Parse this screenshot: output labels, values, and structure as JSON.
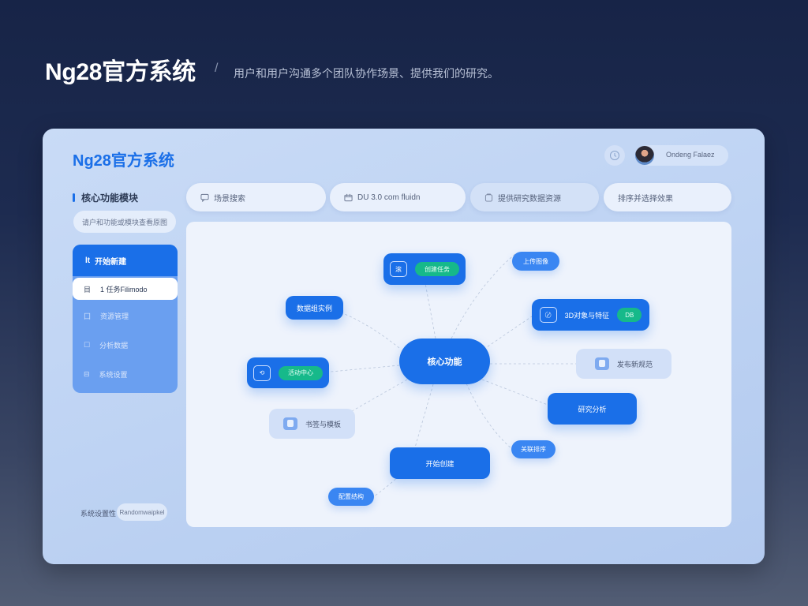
{
  "page": {
    "title": "Ng28官方系统",
    "separator": "/",
    "subtitle": "用户和用户沟通多个团队协作场景、提供我们的研究。"
  },
  "app": {
    "brand": "Ng28官方系统",
    "header": {
      "clock_icon": "clock-icon",
      "user_name": "Ondeng Falaez"
    },
    "sidebar": {
      "section_label": "核心功能模块",
      "search_placeholder": "请户和功能或模块查看原图",
      "menu_header": "开始新建",
      "items": [
        {
          "icon": "目",
          "label": "1 任务Filimodo",
          "active": true
        },
        {
          "icon": "囗",
          "label": "资源管理",
          "active": false
        },
        {
          "icon": "☐",
          "label": "分析数据",
          "active": false
        },
        {
          "icon": "⊟",
          "label": "系统设置",
          "active": false
        }
      ],
      "footer_label": "系统设置性",
      "footer_pill": "Randomwaipkel"
    },
    "tabs": [
      {
        "icon": "chat-icon",
        "label": "场景搜索"
      },
      {
        "icon": "calendar-icon",
        "label": "DU 3.0 com fluidn"
      },
      {
        "icon": "document-icon",
        "label": "提供研究数据资源"
      },
      {
        "icon": "none",
        "label": "排序并选择效果"
      }
    ],
    "mindmap": {
      "center": "核心功能",
      "nodes": [
        {
          "id": "top",
          "icon": "滚",
          "badge": "创建任务"
        },
        {
          "id": "top-right-small",
          "label": "上传图像"
        },
        {
          "id": "right-wide",
          "icon": "〄",
          "label": "3D对象与特征",
          "badge": "DB"
        },
        {
          "id": "left-upper",
          "label": "数据组实例"
        },
        {
          "id": "left-mid",
          "icon": "⟲",
          "badge": "活动中心"
        },
        {
          "id": "right-light",
          "label": "发布新规范"
        },
        {
          "id": "left-light",
          "label": "书签与模板"
        },
        {
          "id": "right-lower",
          "label": "研究分析"
        },
        {
          "id": "right-bottom-small",
          "label": "关联排序"
        },
        {
          "id": "bottom",
          "label": "开始创建"
        },
        {
          "id": "bottom-left-small",
          "label": "配置结构"
        }
      ]
    }
  },
  "colors": {
    "accent": "#1a6fe8",
    "badge_green": "#16b98a",
    "card_bg": "#c5d8f5",
    "canvas_bg": "#eef3fc",
    "page_bg_top": "#172447",
    "page_bg_bottom": "#525d74"
  }
}
